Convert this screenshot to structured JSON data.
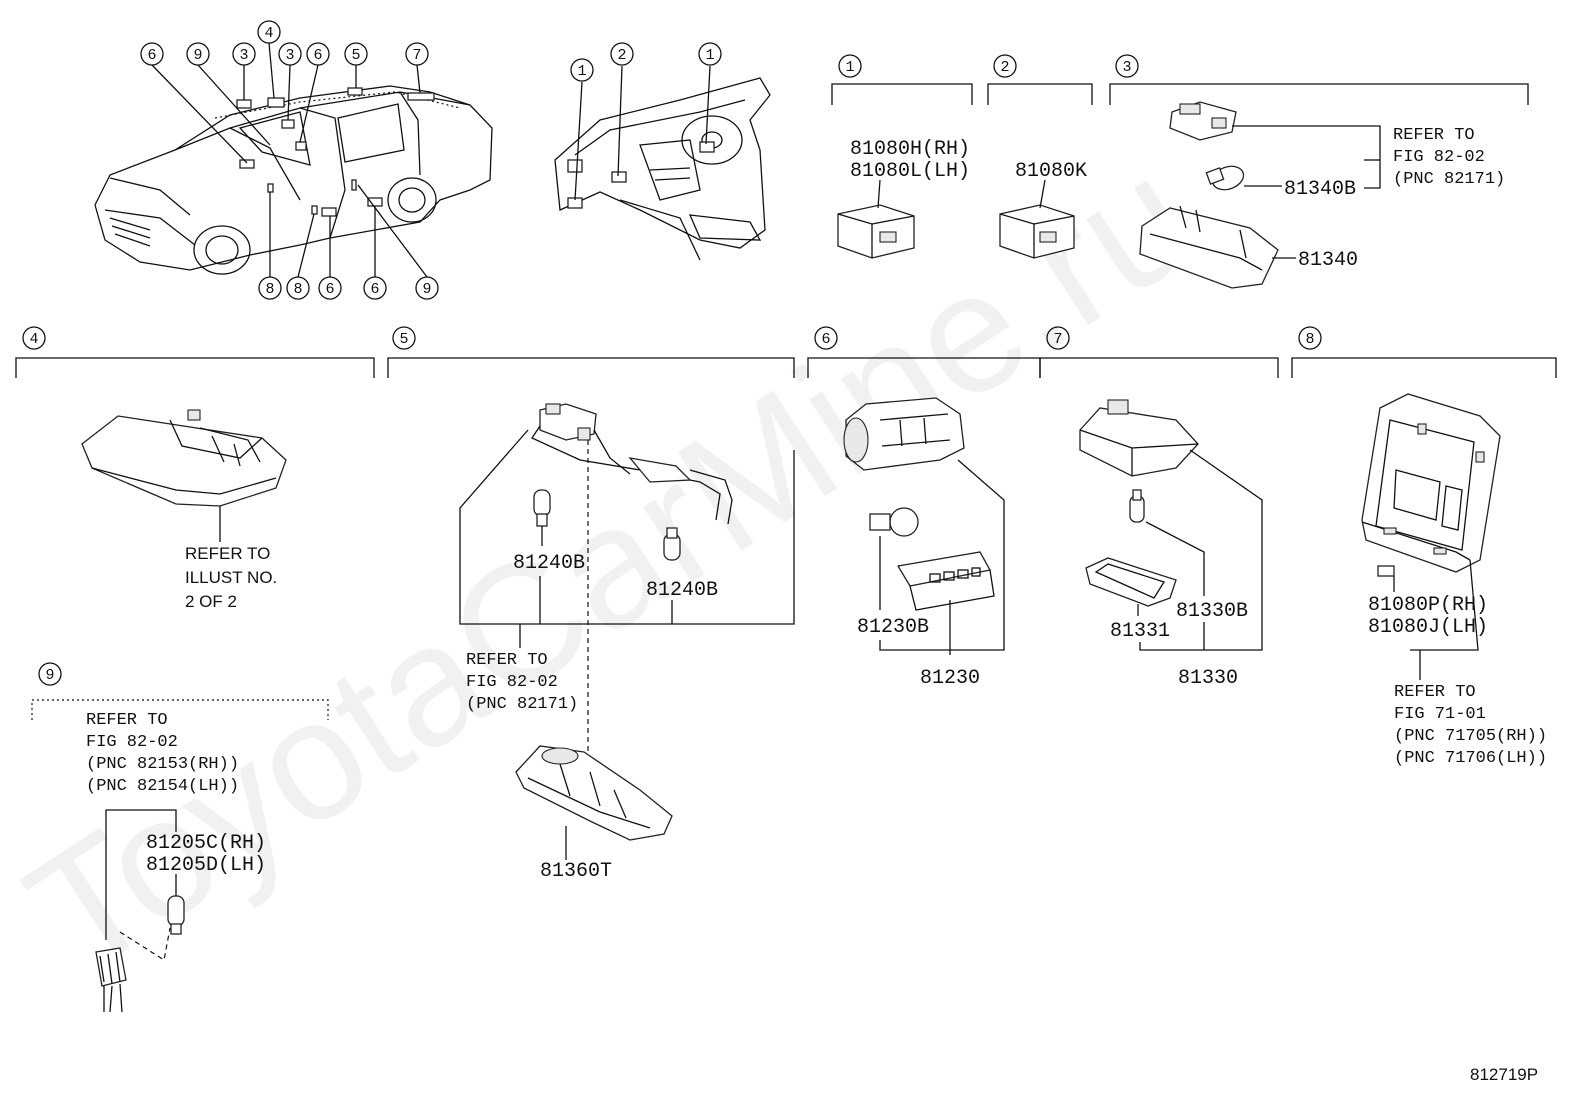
{
  "watermark": "ToyotaCarMine.ru",
  "figure_id": "812719P",
  "overview_callouts": [
    {
      "n": "6"
    },
    {
      "n": "9"
    },
    {
      "n": "3"
    },
    {
      "n": "4"
    },
    {
      "n": "3"
    },
    {
      "n": "6"
    },
    {
      "n": "5"
    },
    {
      "n": "7"
    },
    {
      "n": "8"
    },
    {
      "n": "8"
    },
    {
      "n": "6"
    },
    {
      "n": "6"
    },
    {
      "n": "9"
    },
    {
      "n": "1"
    },
    {
      "n": "2"
    },
    {
      "n": "1"
    }
  ],
  "sections": {
    "s1": {
      "num": "1",
      "part_lines": [
        "81080H(RH)",
        "81080L(LH)"
      ]
    },
    "s2": {
      "num": "2",
      "part": "81080K"
    },
    "s3": {
      "num": "3",
      "refer": [
        "REFER TO",
        "FIG 82-02",
        "(PNC 82171)"
      ],
      "parts": {
        "bulb": "81340B",
        "lamp": "81340"
      }
    },
    "s4": {
      "num": "4",
      "refer": [
        "REFER TO",
        "ILLUST NO.",
        "2 OF 2"
      ]
    },
    "s5": {
      "num": "5",
      "parts": {
        "bulb_a": "81240B",
        "bulb_b": "81240B",
        "housing": "81360T"
      },
      "refer": [
        "REFER TO",
        "FIG 82-02",
        "(PNC 82171)"
      ]
    },
    "s6": {
      "num": "6",
      "parts": {
        "bulb": "81230B",
        "assy": "81230"
      }
    },
    "s7": {
      "num": "7",
      "parts": {
        "bulb": "81330B",
        "lens": "81331",
        "assy": "81330"
      }
    },
    "s8": {
      "num": "8",
      "part_lines": [
        "81080P(RH)",
        "81080J(LH)"
      ],
      "refer": [
        "REFER TO",
        "FIG 71-01",
        "(PNC 71705(RH))",
        "(PNC 71706(LH))"
      ]
    },
    "s9": {
      "num": "9",
      "refer": [
        "REFER TO",
        "FIG 82-02",
        "(PNC 82153(RH))",
        "(PNC 82154(LH))"
      ],
      "part_lines": [
        "81205C(RH)",
        "81205D(LH)"
      ]
    }
  }
}
